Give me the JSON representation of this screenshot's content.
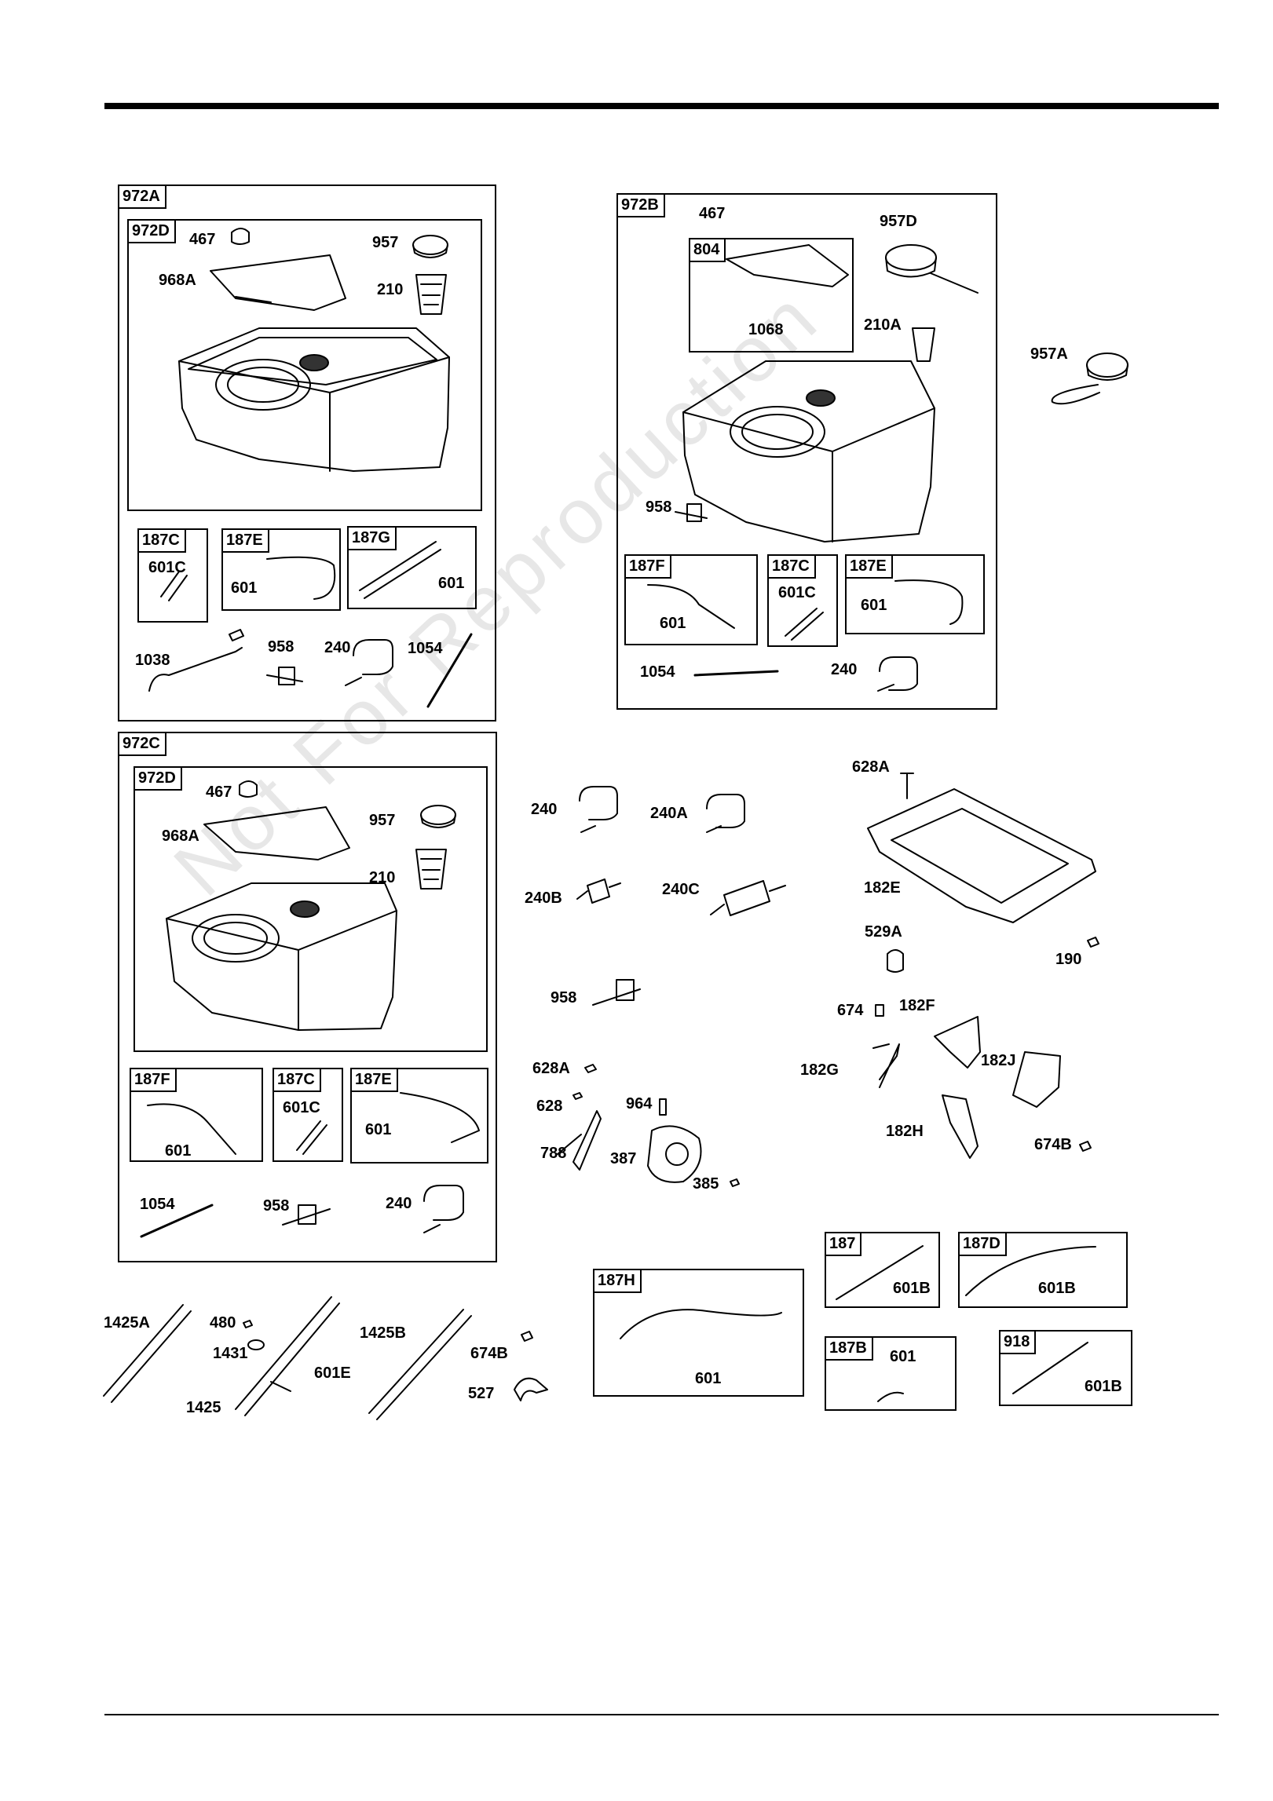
{
  "watermark": "Not For Reproduction",
  "boxes": {
    "b972A": "972A",
    "b972D_top": "972D",
    "b187C_a": "187C",
    "b187E_a": "187E",
    "b187G": "187G",
    "b972B": "972B",
    "b804": "804",
    "b187F_b": "187F",
    "b187C_b": "187C",
    "b187E_b": "187E",
    "b972C": "972C",
    "b972D_bot": "972D",
    "b187F_c": "187F",
    "b187C_c": "187C",
    "b187E_c": "187E",
    "b187H": "187H",
    "b187": "187",
    "b187D": "187D",
    "b187B": "187B",
    "b918": "918"
  },
  "labels": {
    "l467a": "467",
    "l957a": "957",
    "l968Aa": "968A",
    "l210a": "210",
    "l601Ca": "601C",
    "l601a1": "601",
    "l601a2": "601",
    "l1038": "1038",
    "l958a": "958",
    "l240a": "240",
    "l1054a": "1054",
    "l467b": "467",
    "l957D": "957D",
    "l1068": "1068",
    "l210A": "210A",
    "l957A": "957A",
    "l958b": "958",
    "l601b1": "601",
    "l601Cb": "601C",
    "l601b2": "601",
    "l1054b": "1054",
    "l240b": "240",
    "l467c": "467",
    "l968Ac": "968A",
    "l957c": "957",
    "l210c": "210",
    "l601c1": "601",
    "l601Cc": "601C",
    "l601c2": "601",
    "l1054c": "1054",
    "l958c": "958",
    "l240c": "240",
    "l240m": "240",
    "l240A": "240A",
    "l240B": "240B",
    "l240C": "240C",
    "l958m": "958",
    "l628A": "628A",
    "l628": "628",
    "l964": "964",
    "l788": "788",
    "l387": "387",
    "l385": "385",
    "l628Ar": "628A",
    "l182E": "182E",
    "l529A": "529A",
    "l190": "190",
    "l674": "674",
    "l182F": "182F",
    "l182G": "182G",
    "l182J": "182J",
    "l182H": "182H",
    "l674B": "674B",
    "l1425A": "1425A",
    "l480": "480",
    "l1431": "1431",
    "l1425": "1425",
    "l1425B": "1425B",
    "l601E": "601E",
    "l674Bb": "674B",
    "l527": "527",
    "l601H": "601",
    "l601B1": "601B",
    "l601B2": "601B",
    "l601bb": "601",
    "l601B3": "601B"
  }
}
